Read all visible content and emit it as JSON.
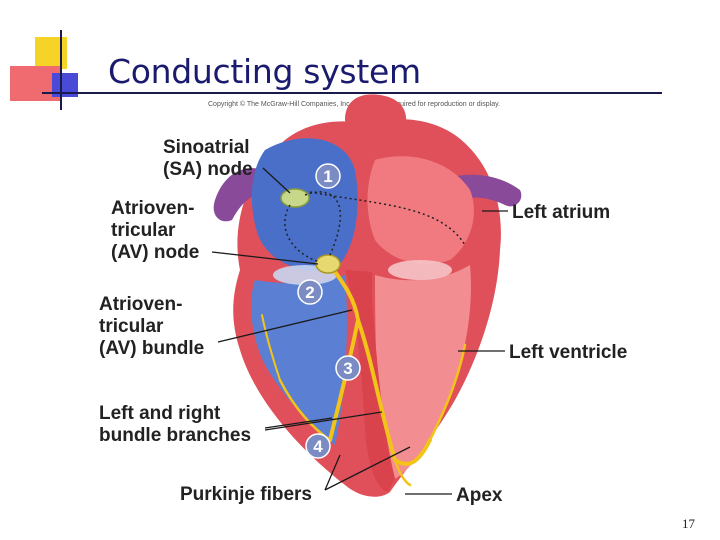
{
  "slide": {
    "title": "Conducting system",
    "copyright": "Copyright © The McGraw-Hill Companies, Inc. Permission required for reproduction or display.",
    "page_number": "17"
  },
  "labels": {
    "sa_node_line1": "Sinoatrial",
    "sa_node_line2": "(SA) node",
    "av_node_line1": "Atrioven-",
    "av_node_line2": "tricular",
    "av_node_line3": "(AV) node",
    "av_bundle_line1": "Atrioven-",
    "av_bundle_line2": "tricular",
    "av_bundle_line3": "(AV) bundle",
    "bundle_branches_line1": "Left and right",
    "bundle_branches_line2": "bundle branches",
    "purkinje": "Purkinje fibers",
    "left_atrium": "Left atrium",
    "left_ventricle": "Left ventricle",
    "apex": "Apex"
  },
  "steps": [
    "1",
    "2",
    "3",
    "4"
  ],
  "colors": {
    "title": "#1a1a6e",
    "heart_red": "#e0505a",
    "heart_blue": "#4a6fc8",
    "conduction": "#f2c318",
    "deco_yellow": "#f5d327",
    "deco_red": "#e8484e",
    "deco_blue": "#4a4ad8",
    "badge": "#7b8cc4"
  }
}
